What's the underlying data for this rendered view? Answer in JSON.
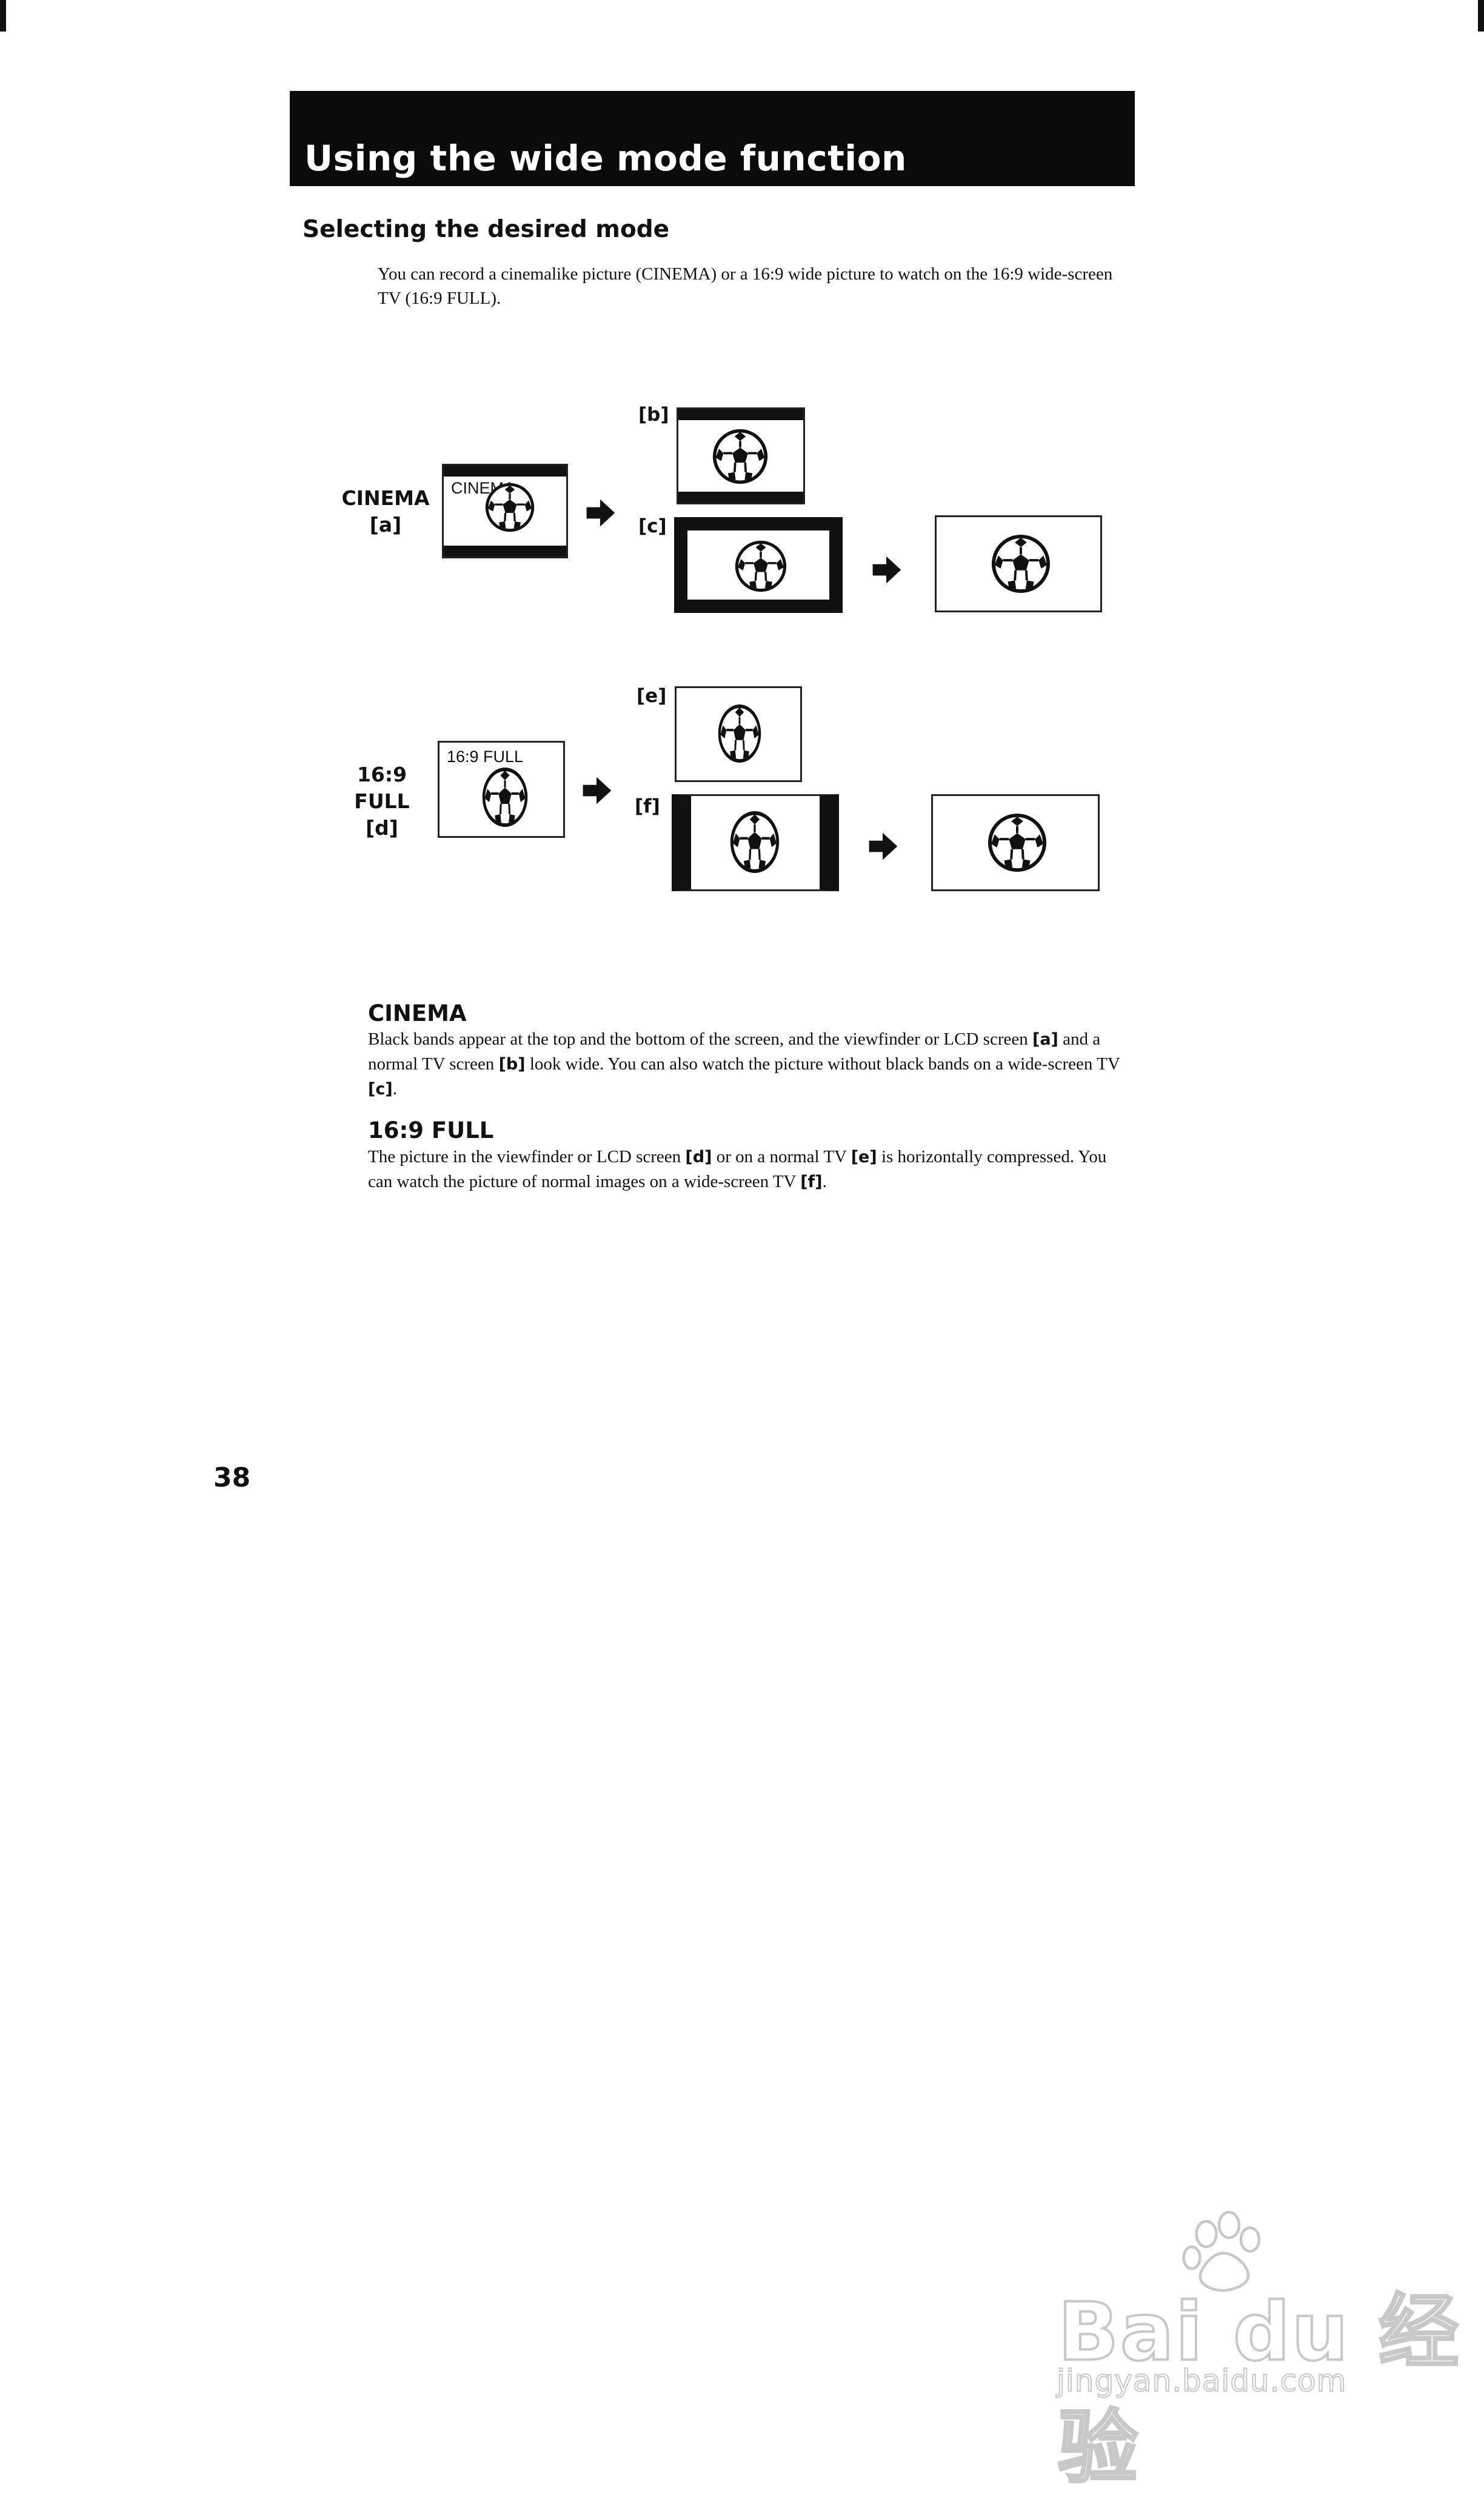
{
  "page": {
    "title": "Using the wide mode function",
    "section_heading": "Selecting the desired mode",
    "intro": "You can record a cinemalike picture (CINEMA) or a 16:9 wide picture to watch on the 16:9 wide-screen TV (16:9 FULL).",
    "page_number": "38"
  },
  "diagram": {
    "cinema_mode": {
      "name": "CINEMA",
      "tag": "[a]",
      "screen_text": "CINEMA"
    },
    "full_mode": {
      "name": "16:9 FULL",
      "tag": "[d]",
      "screen_text": "16:9 FULL"
    },
    "labels": {
      "b": "[b]",
      "c": "[c]",
      "e": "[e]",
      "f": "[f]"
    }
  },
  "sections": [
    {
      "heading": "CINEMA",
      "text_parts": [
        "Black bands appear at the top and the bottom of the screen, and the viewfinder or LCD screen ",
        "[a]",
        " and a normal TV screen ",
        "[b]",
        " look wide.  You can also watch the picture without black bands on a wide-screen TV ",
        "[c]",
        "."
      ]
    },
    {
      "heading": "16:9 FULL",
      "text_parts": [
        "The picture in the viewfinder or LCD screen ",
        "[d]",
        " or on a normal TV ",
        "[e]",
        " is horizontally compressed.  You can watch the picture of normal images on a wide-screen TV ",
        "[f]",
        "."
      ]
    }
  ],
  "watermark": {
    "logo": "Bai du 经验",
    "url": "jingyan.baidu.com"
  },
  "icons": [
    "soccer-ball-icon",
    "right-arrow-icon",
    "baidu-paw-icon"
  ]
}
